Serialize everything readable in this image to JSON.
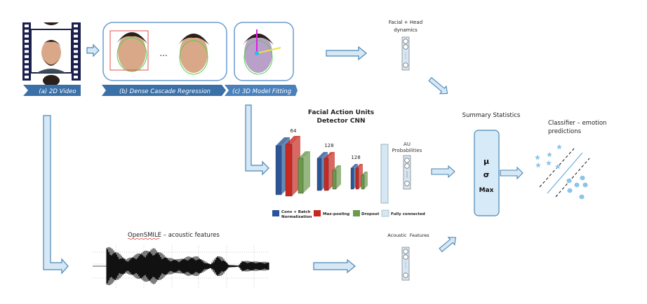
{
  "pipeline": {
    "stage_a_label": "(a) 2D Video",
    "stage_b_label": "(b) Dense Cascade Regression",
    "stage_b_ellipsis": "...",
    "stage_c_label": "(c) 3D Model Fitting"
  },
  "head_dynamics": {
    "line1": "Facial + Head",
    "line2": "dynamics"
  },
  "cnn": {
    "title_line1": "Facial Action Units",
    "title_line2": "Detector CNN",
    "block_labels": [
      "64",
      "128",
      "128"
    ],
    "au_line1": "AU",
    "au_line2": "Probabilities",
    "legend": [
      {
        "label1": "Conv + Batch",
        "label2": "Normalization",
        "color": "#2a5599"
      },
      {
        "label1": "Max-pooling",
        "label2": "",
        "color": "#c8281f"
      },
      {
        "label1": "Dropout",
        "label2": "",
        "color": "#6a9a4a"
      },
      {
        "label1": "Fully connected",
        "label2": "",
        "color": "#d6e6f4"
      }
    ]
  },
  "summary": {
    "title": "Summary Statistics",
    "mu": "μ",
    "sigma": "σ",
    "max": "Max"
  },
  "classifier": {
    "line1": "Classifier – emotion",
    "line2": "predictions"
  },
  "audio": {
    "title": "OpenSMILE – acoustic features",
    "features_label": "Acoustic  Features"
  },
  "colors": {
    "arrow_fill": "#d6e8f6",
    "arrow_stroke": "#4a86b4",
    "banner": "#3a6fa8",
    "box_border": "#6a9bd0",
    "classifier": "#8cc4ea"
  }
}
